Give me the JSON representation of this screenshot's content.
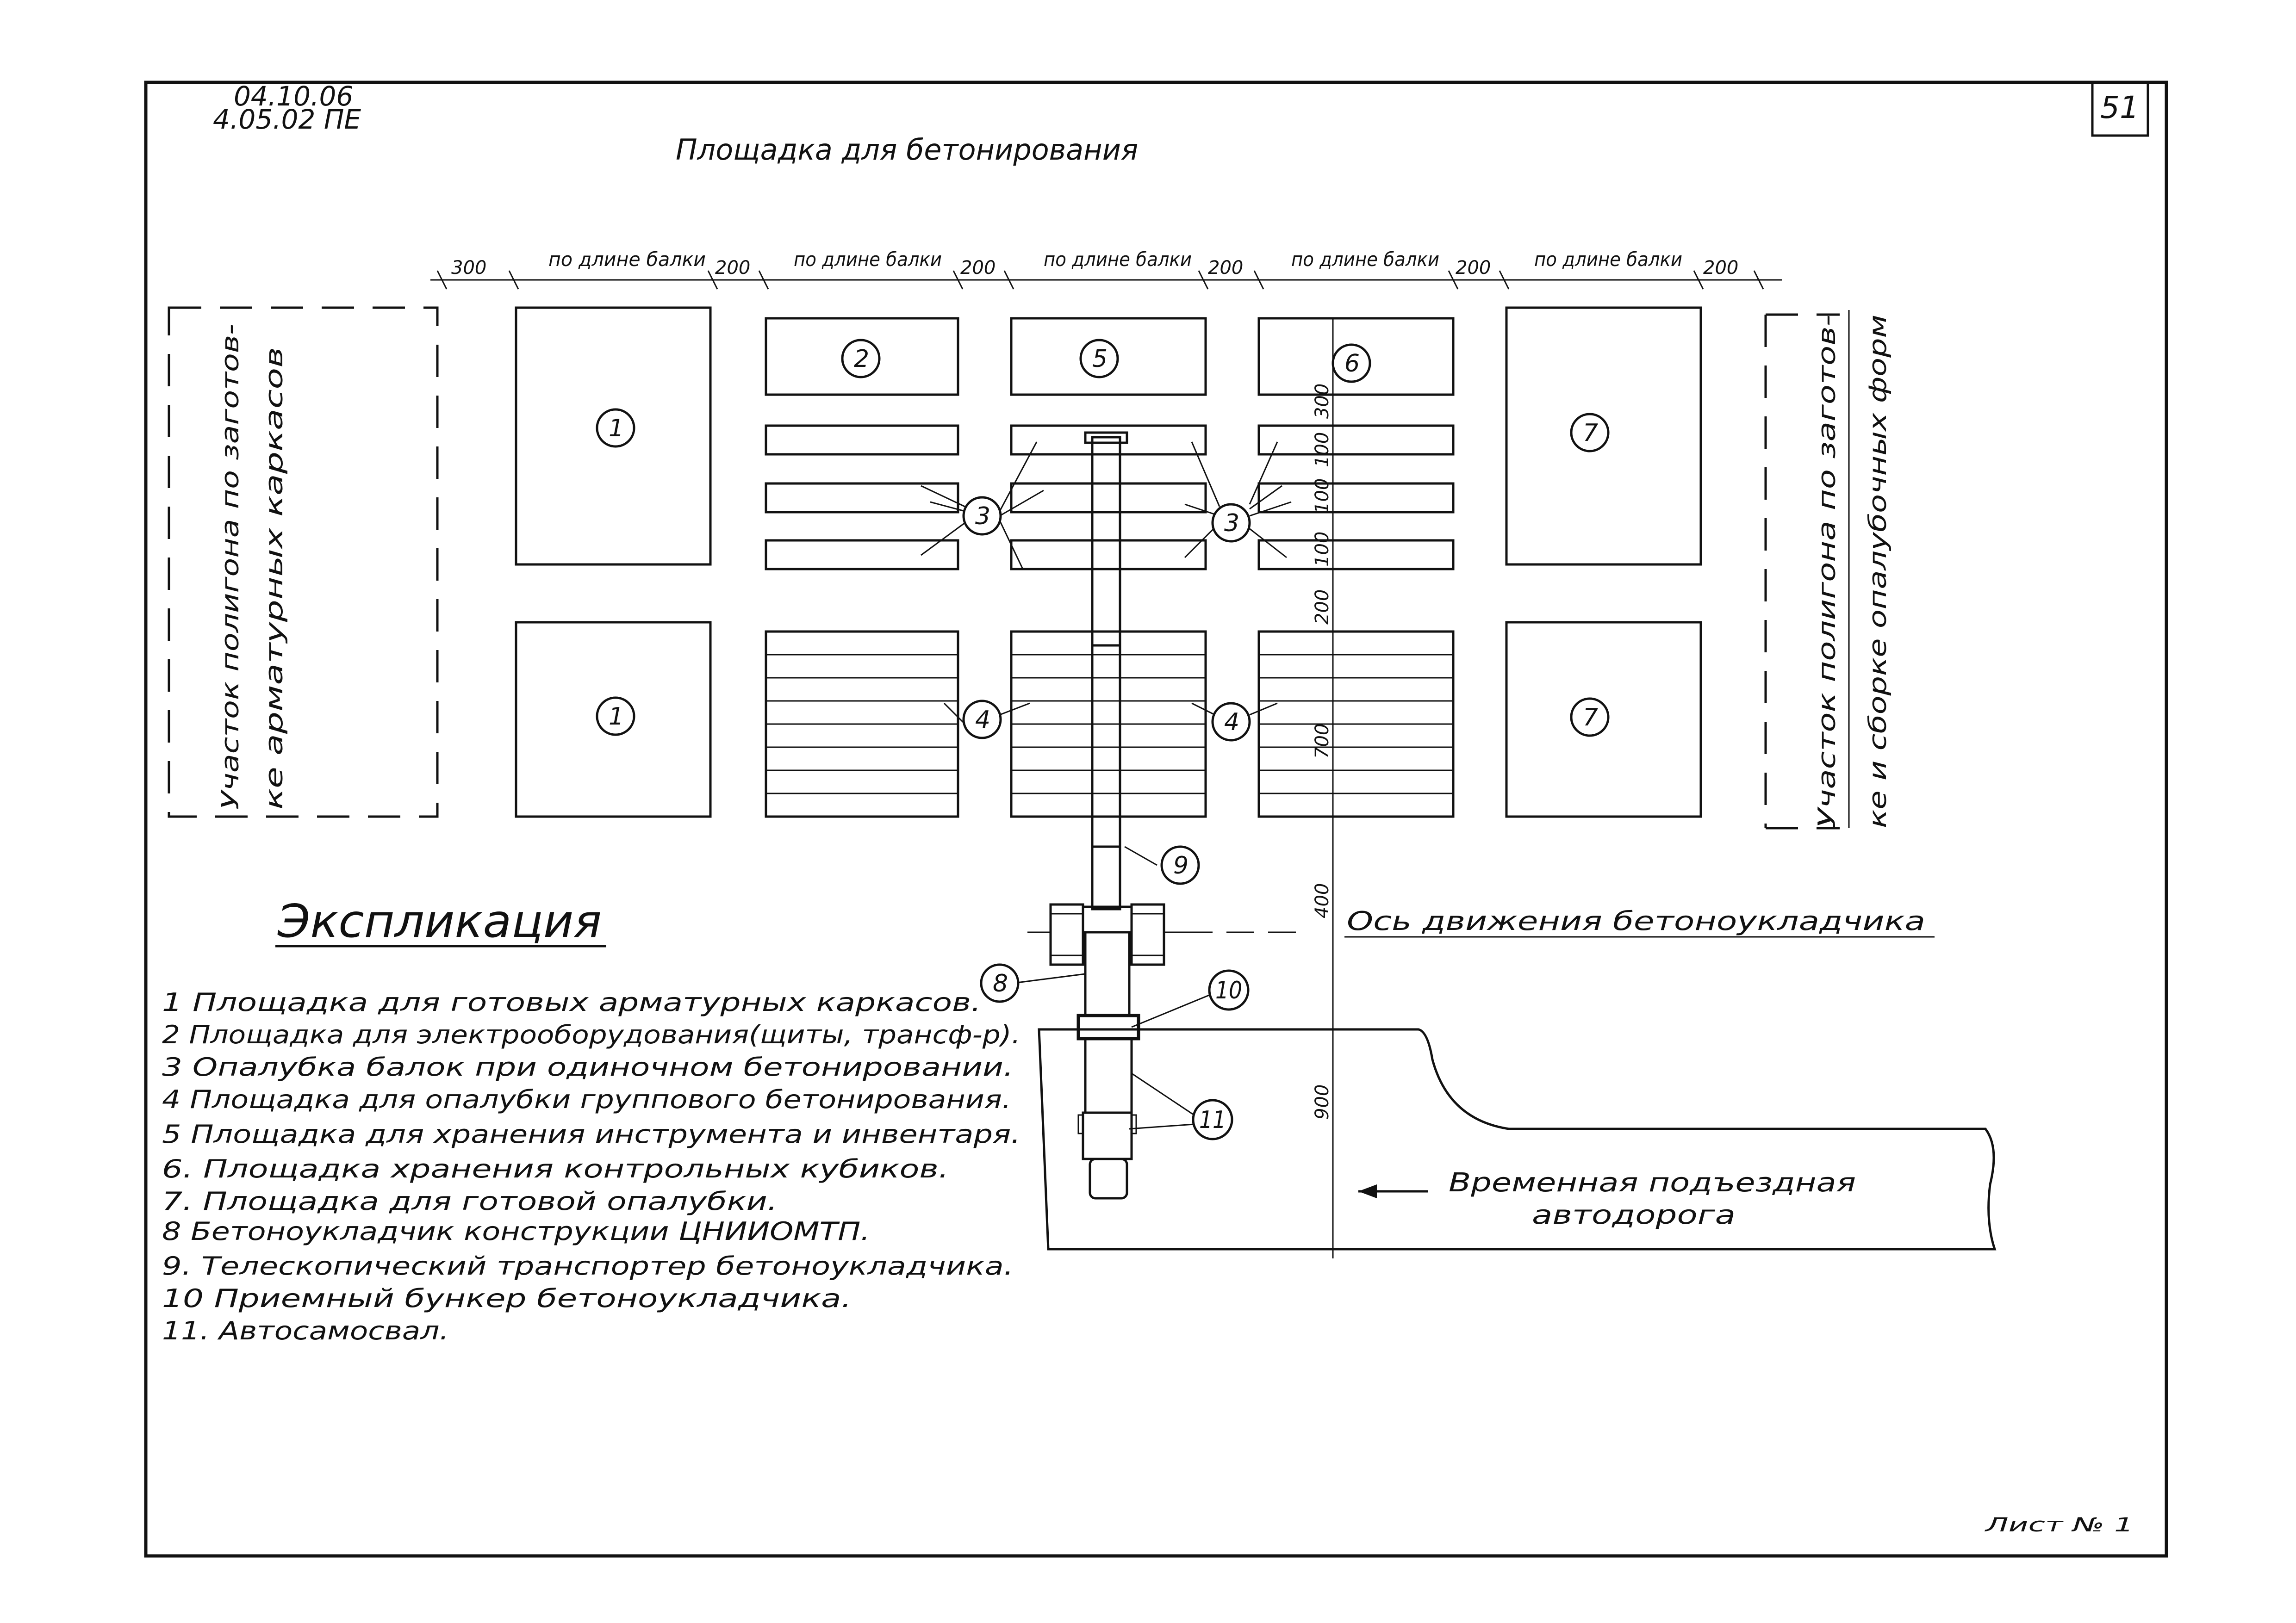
{
  "header": {
    "code_line1": "04.10.06",
    "code_line2": "4.05.02 ПЕ",
    "sheet_number": "51",
    "title": "Площадка для бетонирования"
  },
  "dimensions": {
    "top_row": [
      {
        "value": "300"
      },
      {
        "value": "по длине балки"
      },
      {
        "value": "200"
      },
      {
        "value": "по длине балки"
      },
      {
        "value": "200"
      },
      {
        "value": "по длине балки"
      },
      {
        "value": "200"
      },
      {
        "value": "по длине балки"
      },
      {
        "value": "200"
      },
      {
        "value": "по длине балки"
      },
      {
        "value": "200"
      }
    ],
    "vertical": [
      "300",
      "100",
      "100",
      "100",
      "200",
      "700",
      "400",
      "900"
    ]
  },
  "left_zone": {
    "line1": "Участок полигона по заготов-",
    "line2": "ке арматурных каркасов"
  },
  "right_zone": {
    "line1": "Участок полигона по заготов-",
    "line2": "ке и сборке опалубочных форм"
  },
  "markers": [
    "1",
    "1",
    "2",
    "3",
    "3",
    "4",
    "4",
    "5",
    "6",
    "7",
    "7",
    "8",
    "9",
    "10",
    "11"
  ],
  "axis_label": "Ось движения бетоноукладчика",
  "road": {
    "line1": "Временная подъездная",
    "line2": "автодорога"
  },
  "explication": {
    "title": "Экспликация",
    "items": [
      "1 Площадка для готовых арматурных каркасов.",
      "2 Площадка для электрооборудования(щиты, трансф-р).",
      "3 Опалубка балок при одиночном бетонировании.",
      "4 Площадка для опалубки группового бетонирования.",
      "5 Площадка для хранения инструмента и инвентаря.",
      "6. Площадка хранения контрольных кубиков.",
      "7. Площадка для готовой опалубки.",
      "8 Бетоноукладчик конструкции ЦНИИОМТП.",
      "9. Телескопический транспортер бетоноукладчика.",
      "10 Приемный бункер бетоноукладчика.",
      "11. Автосамосвал."
    ]
  },
  "footer": {
    "sheet_label": "Лист № 1"
  }
}
